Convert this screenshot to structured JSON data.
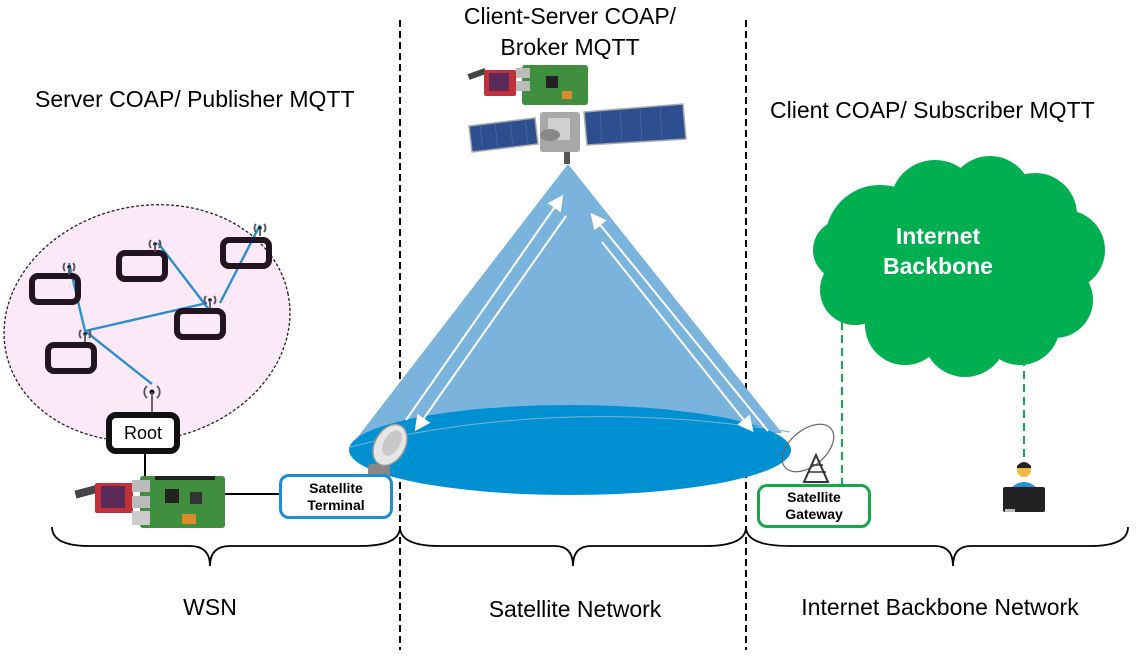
{
  "roles": {
    "left": "Server COAP/ Publisher MQTT",
    "center_line1": "Client-Server COAP/",
    "center_line2": "Broker MQTT",
    "right": "Client COAP/ Subscriber MQTT"
  },
  "nodes": {
    "root": "Root",
    "satellite_terminal": [
      "Satellite",
      "Terminal"
    ],
    "satellite_gateway": [
      "Satellite",
      "Gateway"
    ],
    "cloud": [
      "Internet",
      "Backbone"
    ]
  },
  "sections": {
    "wsn": "WSN",
    "satellite": "Satellite Network",
    "internet": "Internet Backbone Network"
  },
  "colors": {
    "wsn_cluster_fill": "#fce9f8",
    "link": "#2a8fd0",
    "beam_light": "#7ab3dc",
    "beam_dark": "#0191d3",
    "terminal_border": "#1a8fd1",
    "gateway_border": "#14a84a",
    "cloud": "#00b050"
  }
}
